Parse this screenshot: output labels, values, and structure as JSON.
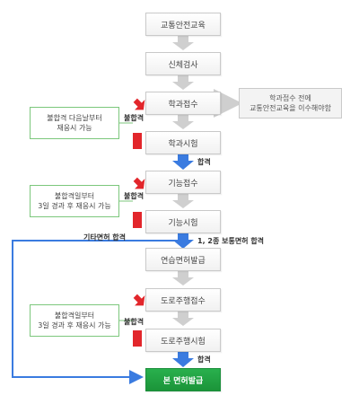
{
  "steps": [
    "교통안전교육",
    "신체검사",
    "학과접수",
    "학과시험",
    "기능접수",
    "기능시험",
    "연습면허발급",
    "도로주행접수",
    "도로주행시험",
    "본 면허발급"
  ],
  "side_note": {
    "line1": "학과접수 전에",
    "line2": "교통안전교육을 이수해야함"
  },
  "notes": [
    {
      "line1": "불합격 다음날부터",
      "line2": "재응시 가능"
    },
    {
      "line1": "불합격일부터",
      "line2": "3일 경과 후 재응시 가능"
    },
    {
      "line1": "불합격일부터",
      "line2": "3일 경과 후 재응시 가능"
    }
  ],
  "labels": {
    "fail": "불합격",
    "pass": "합격",
    "pass_1_2": "1, 2종 보통면허 합격",
    "other_license_pass": "기타면허 합격"
  },
  "colors": {
    "step_border": "#c9c9c9",
    "final_green": "#1f9e3f",
    "note_border": "#7cc77c",
    "fail_arrow_red": "#e2262b",
    "pass_arrow_blue": "#3a7be0",
    "gray_arrow": "#cfcfcf"
  }
}
